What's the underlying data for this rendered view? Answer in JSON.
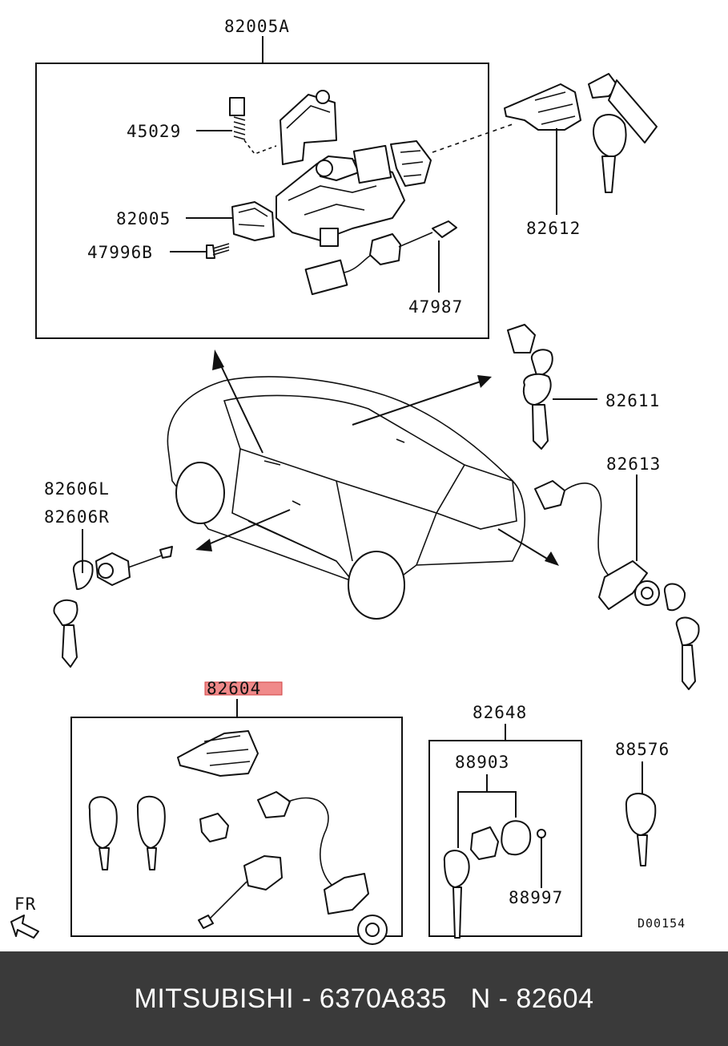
{
  "labels": {
    "p82005A": "82005A",
    "p45029": "45029",
    "p82005": "82005",
    "p47996B": "47996B",
    "p47987": "47987",
    "p82612": "82612",
    "p82611": "82611",
    "p82613": "82613",
    "p82606L": "82606L",
    "p82606R": "82606R",
    "p82604": "82604",
    "p82648": "82648",
    "p88903": "88903",
    "p88576": "88576",
    "p88997": "88997",
    "fr": "FR",
    "diagram_id": "D00154"
  },
  "highlight_color": "#f08a8a",
  "footer": {
    "text": "MITSUBISHI - 6370A835   N - 82604"
  }
}
